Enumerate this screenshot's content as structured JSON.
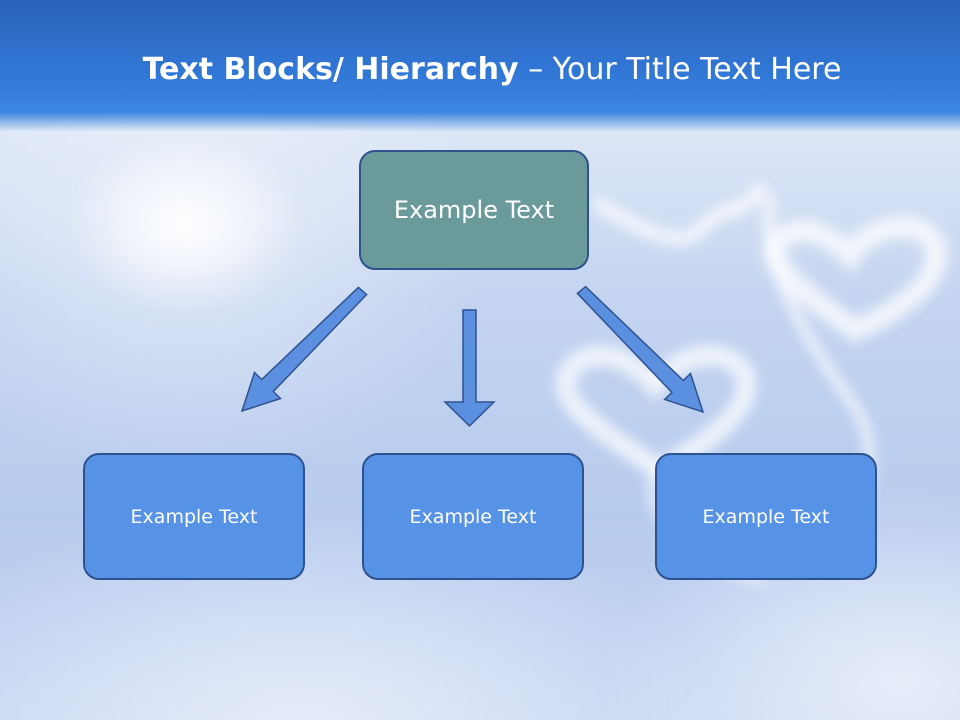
{
  "slide": {
    "title_bold": "Text Blocks/ Hierarchy",
    "title_dash": "–",
    "title_rest": "Your Title Text Here"
  },
  "top_box": {
    "label": "Example Text"
  },
  "child_boxes": [
    {
      "label": "Example Text"
    },
    {
      "label": "Example Text"
    },
    {
      "label": "Example Text"
    }
  ],
  "colors": {
    "header": "#3177d6",
    "top_box_fill": "#6a9a9a",
    "child_box_fill": "#5692e6",
    "arrow_fill": "#5b8fe0",
    "outline": "#2f528f"
  }
}
